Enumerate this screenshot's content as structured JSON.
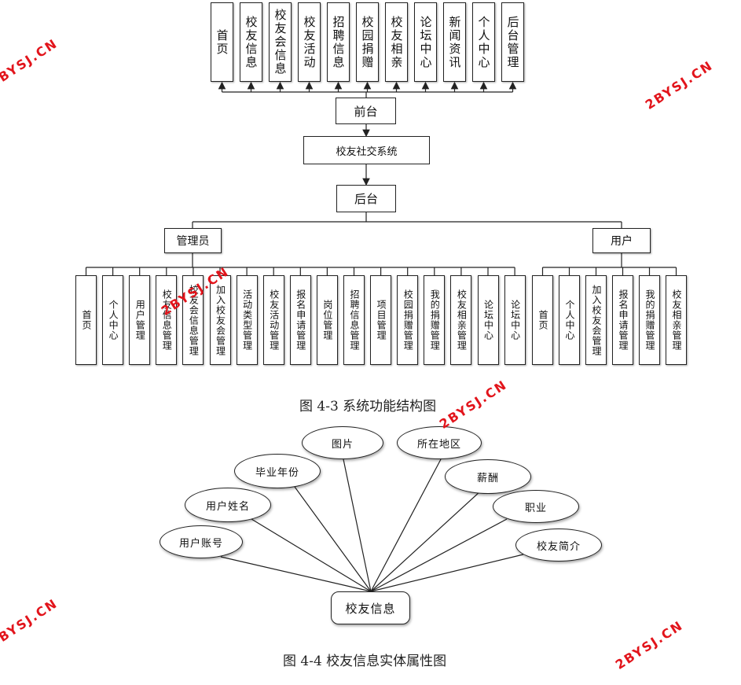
{
  "fig3": {
    "front_items": [
      "首页",
      "校友信息",
      "校友会信息",
      "校友活动",
      "招聘信息",
      "校园捐赠",
      "校友相亲",
      "论坛中心",
      "新闻资讯",
      "个人中心",
      "后台管理"
    ],
    "front_label": "前台",
    "system_label": "校友社交系统",
    "back_label": "后台",
    "admin_label": "管理员",
    "user_label": "用户",
    "admin_items": [
      "首页",
      "个人中心",
      "用户管理",
      "校友信息管理",
      "校友会信息管理",
      "加入校友会管理",
      "活动类型管理",
      "校友活动管理",
      "报名申请管理",
      "岗位管理",
      "招聘信息管理",
      "项目管理",
      "校园捐赠管理",
      "我的捐赠管理",
      "校友相亲管理",
      "论坛中心",
      "论坛中心"
    ],
    "user_items": [
      "首页",
      "个人中心",
      "加入校友会管理",
      "报名申请管理",
      "我的捐赠管理",
      "校友相亲管理"
    ],
    "caption": "图 4-3 系统功能结构图"
  },
  "fig4": {
    "attributes": [
      "用户账号",
      "用户姓名",
      "毕业年份",
      "图片",
      "所在地区",
      "薪酬",
      "职业",
      "校友简介"
    ],
    "entity": "校友信息",
    "caption": "图 4-4 校友信息实体属性图"
  },
  "watermark": "2BYSJ.CN"
}
